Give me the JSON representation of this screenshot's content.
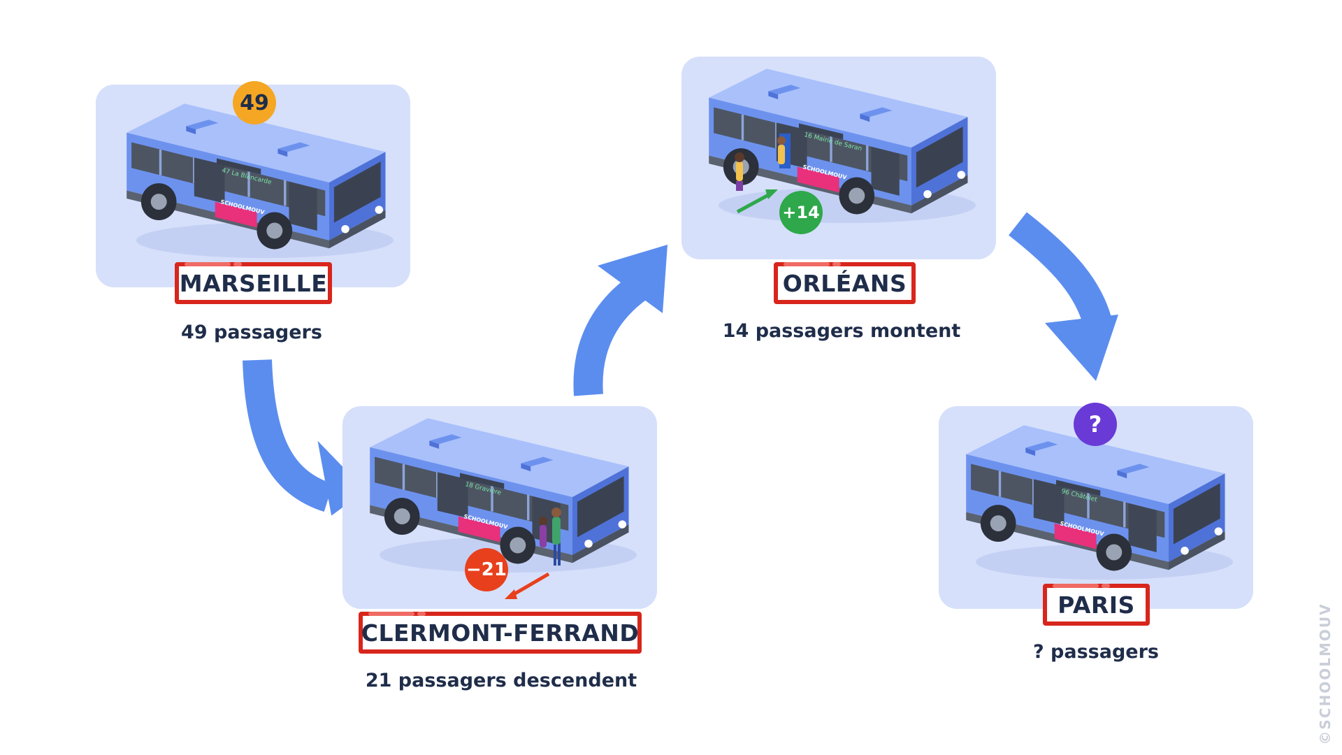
{
  "stops": [
    {
      "city": "MARSEILLE",
      "caption": "49 passagers",
      "badge": "49",
      "route_sign": "47 La Blancarde",
      "ad": "SCHOOLMOUV"
    },
    {
      "city": "CLERMONT-FERRAND",
      "caption": "21 passagers descendent",
      "badge": "−21",
      "route_sign": "18 Gravière",
      "ad": "SCHOOLMOUV"
    },
    {
      "city": "ORLÉANS",
      "caption": "14 passagers montent",
      "badge": "+14",
      "route_sign": "16 Mairie de Saran",
      "ad": "SCHOOLMOUV"
    },
    {
      "city": "PARIS",
      "caption": "? passagers",
      "badge": "?",
      "route_sign": "96 Châtelet",
      "ad": "SCHOOLMOUV"
    }
  ],
  "watermark": "©SCHOOLMOUV",
  "colors": {
    "panel": "#d6e0fb",
    "arrow": "#5b8def",
    "sign_border": "#d8261c",
    "badge_start": "#f5a623",
    "badge_minus": "#e8401c",
    "badge_plus": "#2ea84a",
    "badge_unknown": "#6a3ad6",
    "text": "#1f2d4a"
  }
}
